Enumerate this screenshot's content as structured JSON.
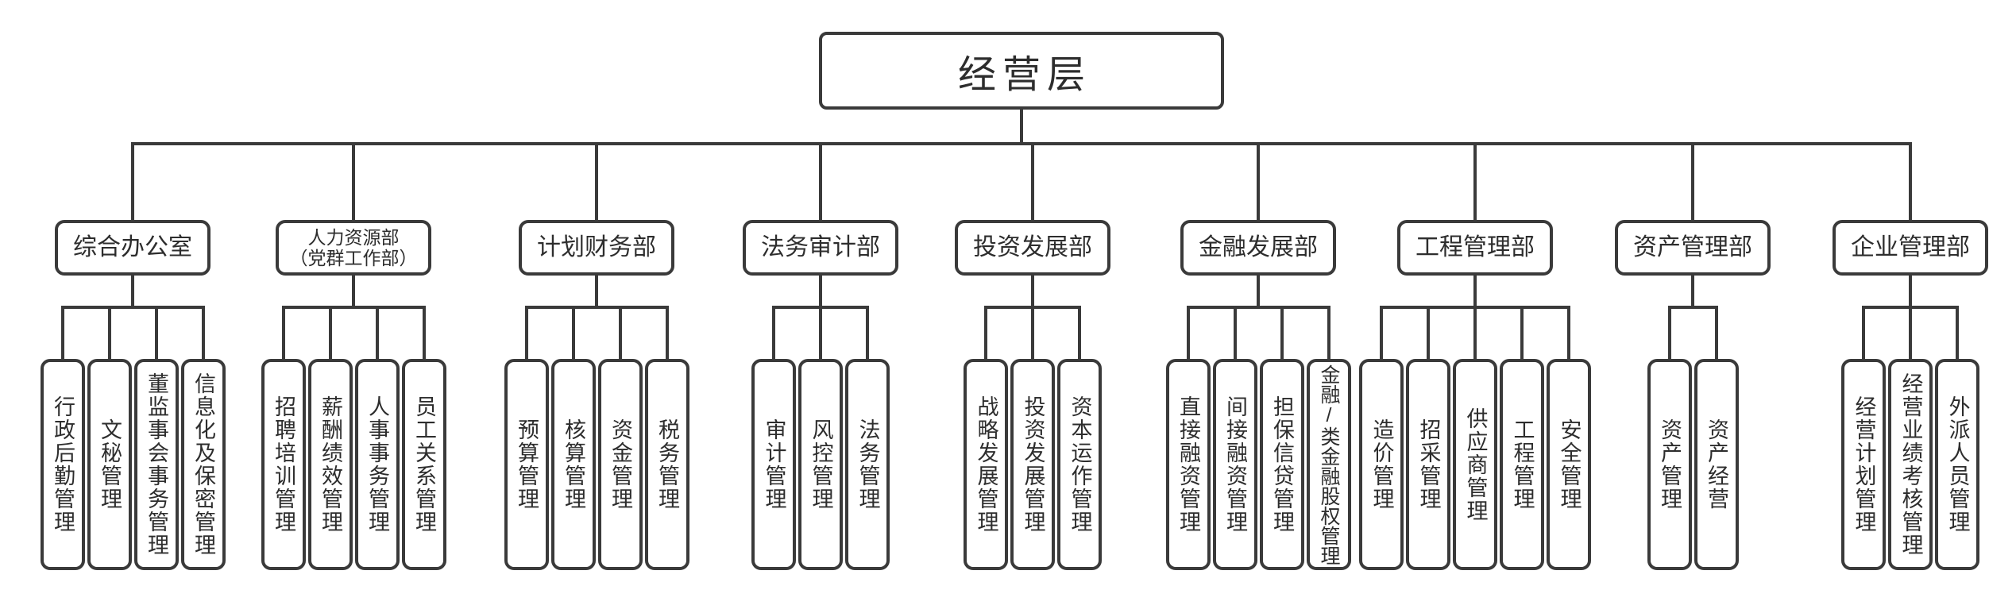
{
  "colors": {
    "line": "#3a3a3a",
    "text": "#2d2d2d",
    "background": "#ffffff"
  },
  "root": {
    "label": "经营层"
  },
  "departments": [
    {
      "label": "综合办公室",
      "sublabel": "",
      "children": [
        "行政后勤管理",
        "文秘管理",
        "董监事会事务管理",
        "信息化及保密管理"
      ]
    },
    {
      "label": "人力资源部",
      "sublabel": "（党群工作部）",
      "children": [
        "招聘培训管理",
        "薪酬绩效管理",
        "人事事务管理",
        "员工关系管理"
      ]
    },
    {
      "label": "计划财务部",
      "sublabel": "",
      "children": [
        "预算管理",
        "核算管理",
        "资金管理",
        "税务管理"
      ]
    },
    {
      "label": "法务审计部",
      "sublabel": "",
      "children": [
        "审计管理",
        "风控管理",
        "法务管理"
      ]
    },
    {
      "label": "投资发展部",
      "sublabel": "",
      "children": [
        "战略发展管理",
        "投资发展管理",
        "资本运作管理"
      ]
    },
    {
      "label": "金融发展部",
      "sublabel": "",
      "children": [
        "直接融资管理",
        "间接融资管理",
        "担保信贷管理",
        "金融/类金融股权管理"
      ]
    },
    {
      "label": "工程管理部",
      "sublabel": "",
      "children": [
        "造价管理",
        "招采管理",
        "供应商管理",
        "工程管理",
        "安全管理"
      ]
    },
    {
      "label": "资产管理部",
      "sublabel": "",
      "children": [
        "资产管理",
        "资产经营"
      ]
    },
    {
      "label": "企业管理部",
      "sublabel": "",
      "children": [
        "经营计划管理",
        "经营业绩考核管理",
        "外派人员管理"
      ]
    }
  ]
}
